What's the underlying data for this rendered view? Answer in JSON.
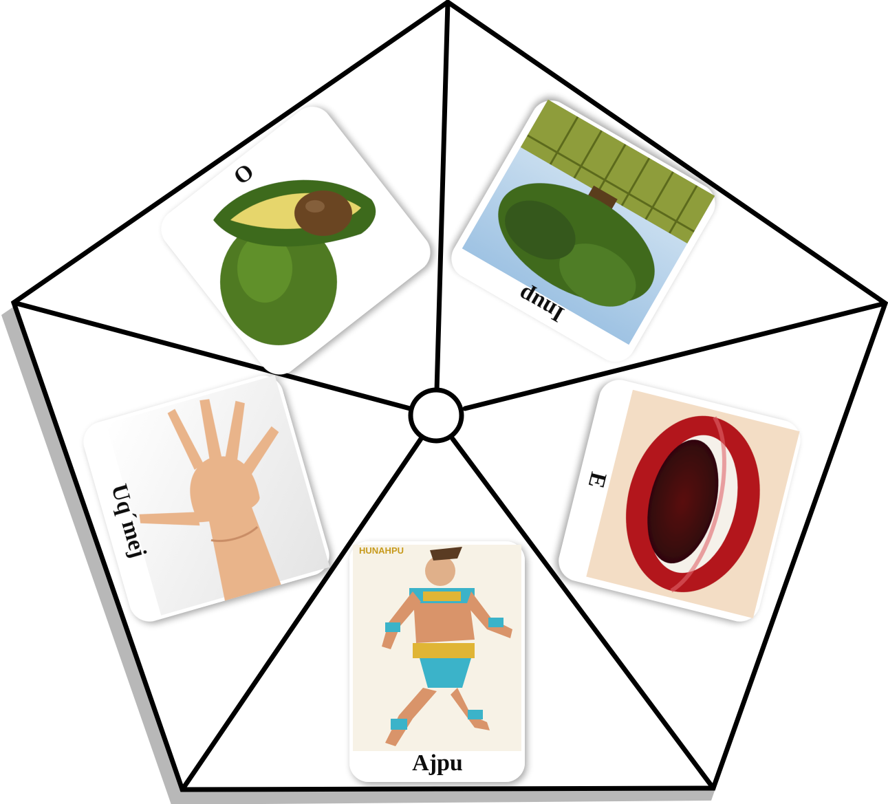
{
  "title": "",
  "colors": {
    "outline": "#000000",
    "shadow": "#b8b8b8",
    "background": "#ffffff",
    "avocado_skin": "#4f7a22",
    "avocado_flesh": "#e6d66c",
    "avocado_pit": "#6b4424",
    "tree_foliage": "#3f6a1e",
    "sky": "#b8d3ea",
    "lips": "#b3161c",
    "skin": "#e9b48a",
    "costume_blue": "#3bb3c9",
    "costume_gold": "#e0b534"
  },
  "segments": [
    {
      "label": "O",
      "icon": "avocado-icon"
    },
    {
      "label": "Inup",
      "icon": "tree-icon"
    },
    {
      "label": "E",
      "icon": "open-mouth-icon"
    },
    {
      "label": "Ajpu",
      "icon": "warrior-icon",
      "caption": "HUNAHPU"
    },
    {
      "label": "Uq´mej",
      "icon": "hand-icon"
    }
  ]
}
